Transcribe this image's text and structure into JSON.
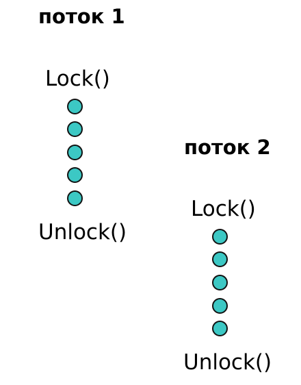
{
  "threads": [
    {
      "title": "поток 1",
      "lock_label": "Lock()",
      "unlock_label": "Unlock()",
      "step_count": 5
    },
    {
      "title": "поток 2",
      "lock_label": "Lock()",
      "unlock_label": "Unlock()",
      "step_count": 5
    }
  ],
  "colors": {
    "dot_fill": "#3cc8c4",
    "dot_border": "#111111",
    "text": "#000000"
  }
}
